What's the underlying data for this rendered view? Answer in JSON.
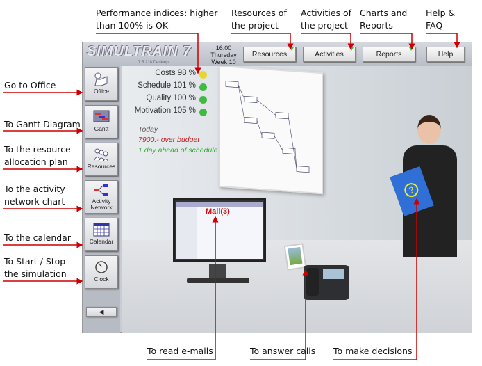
{
  "app": {
    "logo": "SIMULTRAIN 7",
    "version": "7.5.218 Desktop",
    "time": "16:00",
    "day": "Thursday",
    "week": "Week 10"
  },
  "top_buttons": [
    {
      "label": "Resources"
    },
    {
      "label": "Activities"
    },
    {
      "label": "Reports"
    },
    {
      "label": "Help"
    }
  ],
  "side_buttons": [
    {
      "label": "Office"
    },
    {
      "label": "Gantt"
    },
    {
      "label": "Resources"
    },
    {
      "label": "Activity Network"
    },
    {
      "label": "Calendar"
    },
    {
      "label": "Clock"
    }
  ],
  "kpis": [
    {
      "label": "Costs 98 %",
      "color": "#e6d634"
    },
    {
      "label": "Schedule 101 %",
      "color": "#3fbb3f"
    },
    {
      "label": "Quality 100 %",
      "color": "#3fbb3f"
    },
    {
      "label": "Motivation 105 %",
      "color": "#3fbb3f"
    }
  ],
  "status": {
    "heading": "Today",
    "budget": "7900.- over budget",
    "schedule": "1 day ahead of schedule"
  },
  "mail_label": "Mail(3)",
  "annotations": {
    "top": [
      "Performance indices: higher than 100%  is OK",
      "Resources of the project",
      "Activities of the project",
      "Charts and Reports",
      "Help & FAQ"
    ],
    "left": [
      "Go to Office",
      "To Gantt Diagram",
      "To the resource allocation plan",
      "To the activity network chart",
      "To the calendar",
      "To Start / Stop the simulation"
    ],
    "bottom": [
      "To read e-mails",
      "To answer calls",
      "To make decisions"
    ]
  }
}
